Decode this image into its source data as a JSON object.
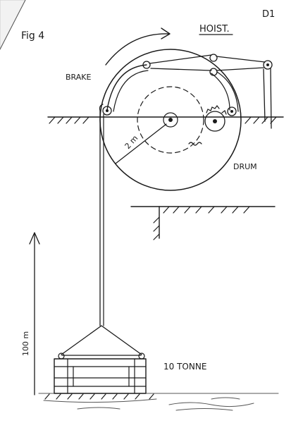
{
  "page_id": "D1",
  "figure_label": "Fig 4",
  "title": "HOIST.",
  "labels": {
    "brake": "BRAKE",
    "drum": "DRUM",
    "radius": "2 m",
    "height": "100 m",
    "load": "10 TONNE"
  }
}
